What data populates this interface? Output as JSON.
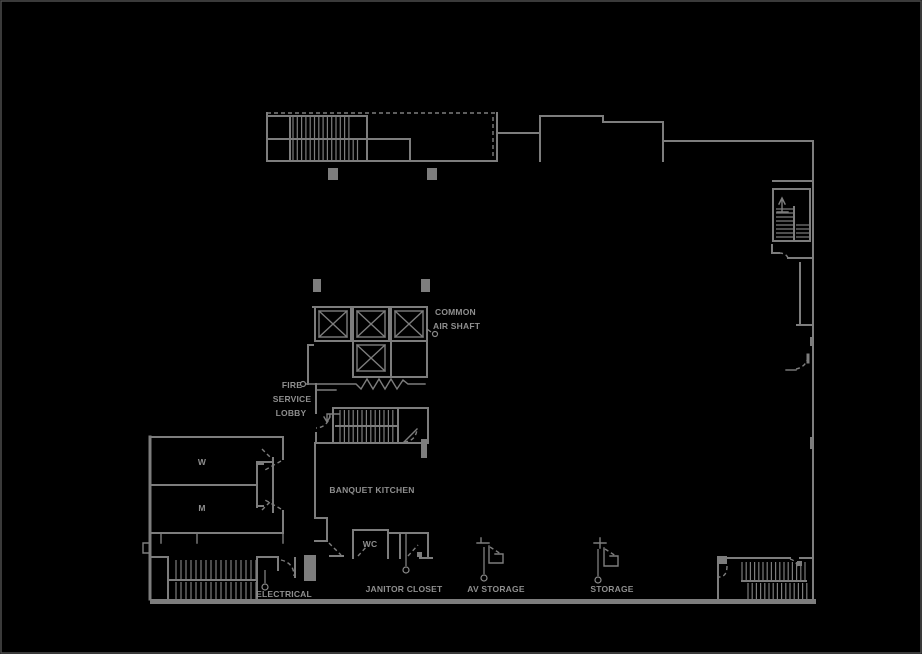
{
  "palette": {
    "background": "#000000",
    "frame_border": "#4e4e4e",
    "wall": "#7d7d7d",
    "text": "#8f8f8f"
  },
  "labels": {
    "common_air_shaft_line1": "COMMON",
    "common_air_shaft_line2": "AIR SHAFT",
    "fire_service_lobby_line1": "FIRE",
    "fire_service_lobby_line2": "SERVICE",
    "fire_service_lobby_line3": "LOBBY",
    "banquet_kitchen": "BANQUET KITCHEN",
    "restroom_women": "W",
    "restroom_men": "M",
    "water_closet": "WC",
    "janitor_closet": "JANITOR CLOSET",
    "av_storage": "AV STORAGE",
    "storage": "STORAGE",
    "electrical": "ELECTRICAL"
  }
}
